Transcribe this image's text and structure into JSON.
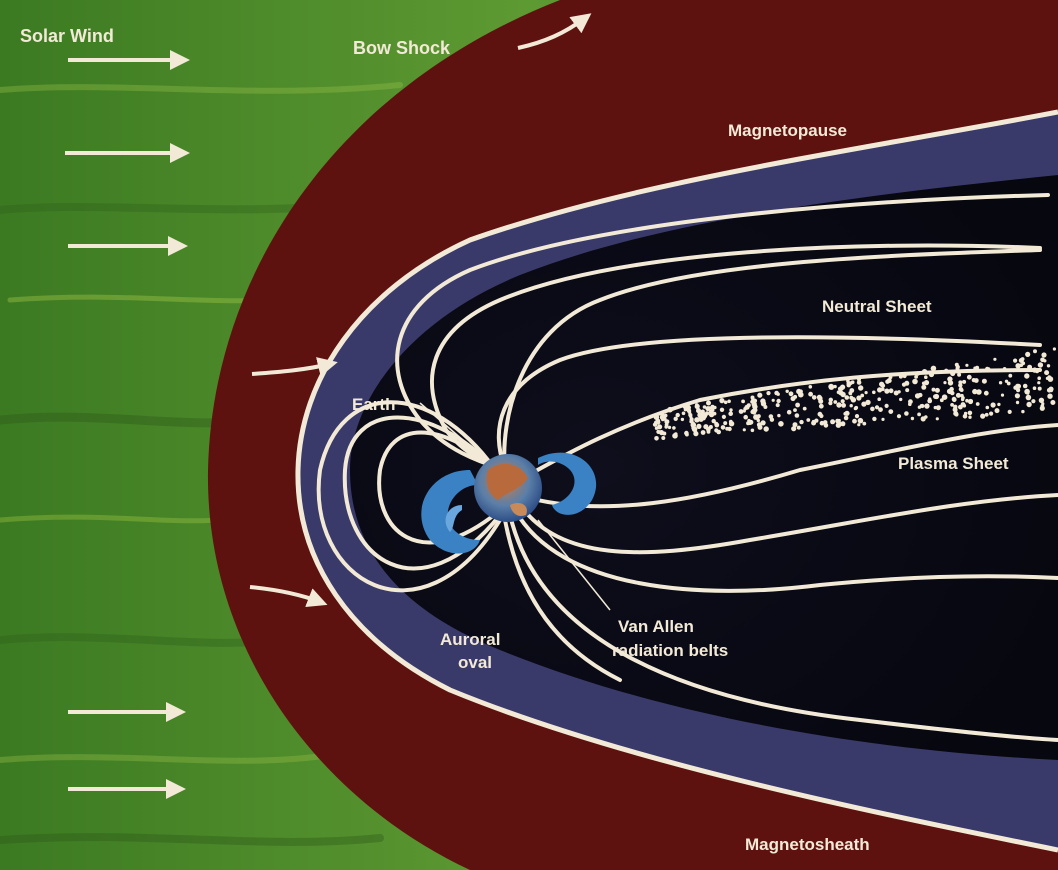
{
  "labels": {
    "solar_wind": "Solar Wind",
    "bow_shock": "Bow Shock",
    "magnetopause": "Magnetopause",
    "neutral_sheet": "Neutral Sheet",
    "earth": "Earth",
    "plasma_sheet": "Plasma Sheet",
    "auroral_oval_line1": "Auroral",
    "auroral_oval_line2": "oval",
    "van_allen_line1": "Van Allen",
    "van_allen_line2": "radiation belts",
    "magnetosheath": "Magnetosheath"
  },
  "colors": {
    "solar_wind_region": "#4f8a2a",
    "magnetosheath_region": "#5e1210",
    "magnetosphere_outer": "#3a3a6a",
    "magnetosphere_inner": "#0a0a16",
    "field_lines": "#f2ead6",
    "radiation_belts": "#3b82c4",
    "label_text": "#f2ead6"
  }
}
